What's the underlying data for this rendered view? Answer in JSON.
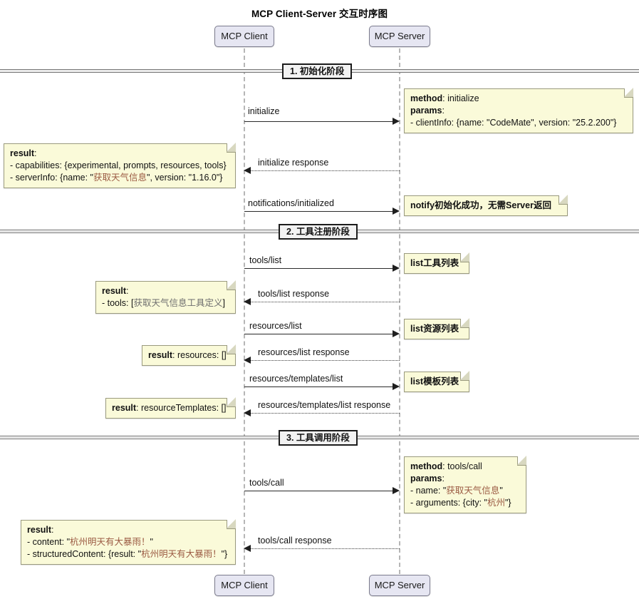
{
  "title": "MCP Client-Server 交互时序图",
  "actors": {
    "client": {
      "label": "MCP Client"
    },
    "server": {
      "label": "MCP Server"
    }
  },
  "phases": [
    {
      "id": "phase-1",
      "label": "1. 初始化阶段"
    },
    {
      "id": "phase-2",
      "label": "2. 工具注册阶段"
    },
    {
      "id": "phase-3",
      "label": "3. 工具调用阶段"
    }
  ],
  "messages": [
    {
      "id": "m1",
      "label": "initialize",
      "direction": "request",
      "style": "solid"
    },
    {
      "id": "m2",
      "label": "initialize response",
      "direction": "response",
      "style": "dotted"
    },
    {
      "id": "m3",
      "label": "notifications/initialized",
      "direction": "request",
      "style": "solid"
    },
    {
      "id": "m4",
      "label": "tools/list",
      "direction": "request",
      "style": "solid"
    },
    {
      "id": "m5",
      "label": "tools/list response",
      "direction": "response",
      "style": "dotted"
    },
    {
      "id": "m6",
      "label": "resources/list",
      "direction": "request",
      "style": "solid"
    },
    {
      "id": "m7",
      "label": "resources/list response",
      "direction": "response",
      "style": "dotted"
    },
    {
      "id": "m8",
      "label": "resources/templates/list",
      "direction": "request",
      "style": "solid"
    },
    {
      "id": "m9",
      "label": "resources/templates/list response",
      "direction": "response",
      "style": "dotted"
    },
    {
      "id": "m10",
      "label": "tools/call",
      "direction": "request",
      "style": "solid"
    },
    {
      "id": "m11",
      "label": "tools/call response",
      "direction": "response",
      "style": "dotted"
    }
  ],
  "notes": {
    "initialize_request": {
      "line1_key": "method",
      "line1_val": ": initialize",
      "line2_key": "params",
      "line2_val": ":",
      "line3": "- clientInfo: {name: \"CodeMate\", version: \"25.2.200\"}"
    },
    "initialize_result": {
      "line1_key": "result",
      "line1_val": ":",
      "line2": "- capabilities: {experimental, prompts, resources, tools}",
      "line3_pre": "- serverInfo: {name: \"",
      "line3_cjk": "获取天气信息",
      "line3_post": "\", version: \"1.16.0\"}"
    },
    "notify": {
      "text_bold": "notify",
      "text_rest": "初始化成功，无需Server返回"
    },
    "list_tools": {
      "bold": "list",
      "rest": "工具列表"
    },
    "tools_list_result": {
      "line1_key": "result",
      "line1_val": ":",
      "line2_pre": "- tools: [",
      "line2_cjk": "获取天气信息工具定义",
      "line2_post": "]"
    },
    "list_resources": {
      "bold": "list",
      "rest": "资源列表"
    },
    "resources_list_result": {
      "bold": "result",
      "rest": ": resources: []"
    },
    "list_templates": {
      "bold": "list",
      "rest": "模板列表"
    },
    "templates_list_result": {
      "bold": "result",
      "rest": ": resourceTemplates: []"
    },
    "tools_call_request": {
      "line1_key": "method",
      "line1_val": ": tools/call",
      "line2_key": "params",
      "line2_val": ":",
      "line3_pre": "- name: \"",
      "line3_cjk": "获取天气信息",
      "line3_post": "\"",
      "line4_pre": "- arguments: {city: \"",
      "line4_cjk": "杭州",
      "line4_post": "\"}"
    },
    "tools_call_result": {
      "line1_key": "result",
      "line1_val": ":",
      "line2_pre": "- content: \"",
      "line2_cjk": "杭州明天有大暴雨！",
      "line2_post": "\"",
      "line3_pre": "- structuredContent: {result: \"",
      "line3_cjk": "杭州明天有大暴雨！",
      "line3_post": "\"}"
    }
  },
  "colors": {
    "actor_fill": "#E6E6F2",
    "note_fill": "#FAFAD9",
    "note_border": "#9a9a7e",
    "lifeline": "#b6b6b6",
    "cjk_highlight": "#9b5a42"
  }
}
